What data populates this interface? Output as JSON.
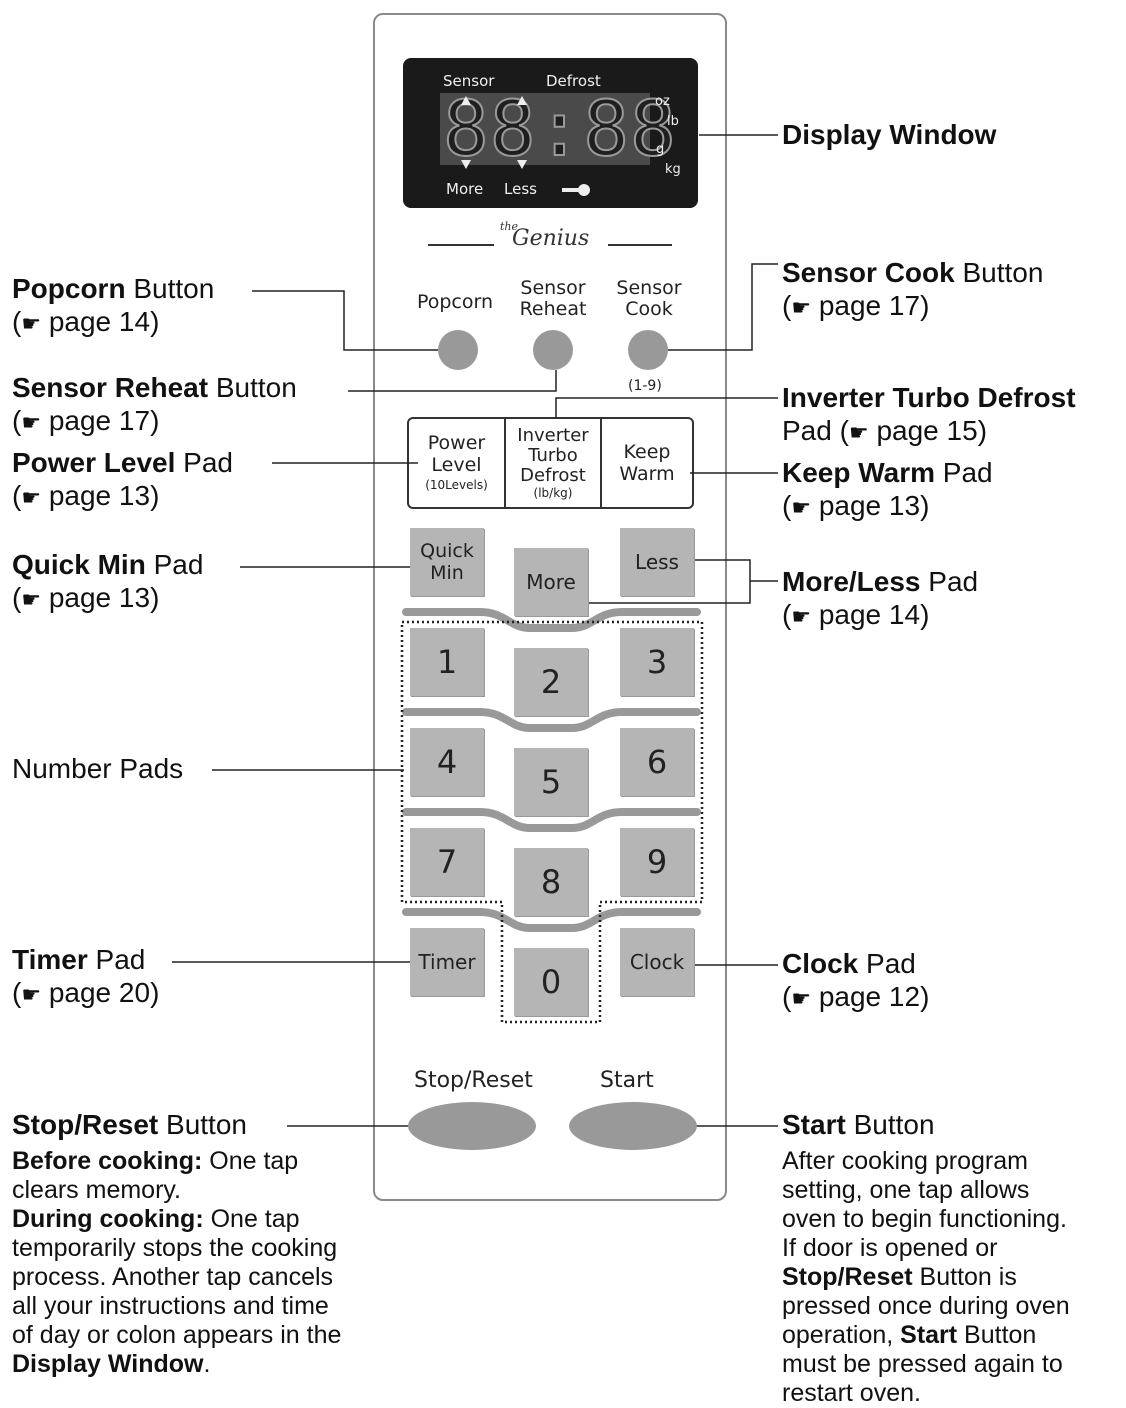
{
  "display": {
    "sensor": "Sensor",
    "defrost": "Defrost",
    "digits": "88:88",
    "oz": "oz",
    "lb": "lb",
    "g": "g",
    "kg": "kg",
    "more": "More",
    "less": "Less"
  },
  "logo": {
    "the": "the",
    "name": "Genius"
  },
  "panel_buttons": {
    "popcorn": "Popcorn",
    "sensor_reheat_1": "Sensor",
    "sensor_reheat_2": "Reheat",
    "sensor_cook_1": "Sensor",
    "sensor_cook_2": "Cook",
    "range": "(1-9)"
  },
  "pads_row": {
    "power_1": "Power",
    "power_2": "Level",
    "power_3": "(10Levels)",
    "inverter_1": "Inverter",
    "inverter_2": "Turbo",
    "inverter_3": "Defrost",
    "inverter_4": "(lb/kg)",
    "keep_1": "Keep",
    "keep_2": "Warm"
  },
  "keys": {
    "quick_1": "Quick",
    "quick_2": "Min",
    "more": "More",
    "less": "Less",
    "n1": "1",
    "n2": "2",
    "n3": "3",
    "n4": "4",
    "n5": "5",
    "n6": "6",
    "n7": "7",
    "n8": "8",
    "n9": "9",
    "n0": "0",
    "timer": "Timer",
    "clock": "Clock",
    "stop": "Stop/Reset",
    "start": "Start"
  },
  "callouts": {
    "page_prefix": "page",
    "popcorn_bold": "Popcorn",
    "popcorn_rest": " Button",
    "popcorn_page": "14",
    "reheat_bold": "Sensor Reheat",
    "reheat_rest": " Button",
    "reheat_page": "17",
    "power_bold": "Power Level",
    "power_rest": " Pad",
    "power_page": "13",
    "quick_bold": "Quick Min",
    "quick_rest": " Pad",
    "quick_page": "13",
    "number_pads": "Number Pads",
    "timer_bold": "Timer",
    "timer_rest": " Pad",
    "timer_page": "20",
    "stop_bold": "Stop/Reset",
    "stop_rest": " Button",
    "display_window": "Display Window",
    "cook_bold": "Sensor Cook",
    "cook_rest": " Button",
    "cook_page": "17",
    "inverter_bold": "Inverter Turbo Defrost",
    "inverter_rest": "Pad",
    "inverter_page": "15",
    "keep_bold": "Keep Warm",
    "keep_rest": " Pad",
    "keep_page": "13",
    "moreless_bold": "More/Less",
    "moreless_rest": " Pad",
    "moreless_page": "14",
    "clock_bold": "Clock",
    "clock_rest": " Pad",
    "clock_page": "12",
    "start_bold": "Start",
    "start_rest": " Button"
  },
  "stop_desc": {
    "before_bold": "Before cooking:",
    "before_rest": " One tap",
    "line2": "clears memory.",
    "during_bold": "During cooking:",
    "during_rest": " One tap",
    "line4": "temporarily stops the cooking",
    "line5": "process. Another tap cancels",
    "line6": "all your instructions and time",
    "line7": "of day or colon appears in the",
    "line8_bold": "Display Window",
    "line8_rest": "."
  },
  "start_desc": {
    "line1": "After cooking program",
    "line2": "setting, one tap allows",
    "line3": "oven to begin functioning.",
    "line4": "If door is opened or",
    "line5_bold": "Stop/Reset",
    "line5_rest": " Button is",
    "line6": "pressed once during oven",
    "line7_rest": "operation, ",
    "line7_bold": "Start",
    "line7_end": " Button",
    "line8": "must be pressed again to",
    "line9": "restart oven."
  }
}
